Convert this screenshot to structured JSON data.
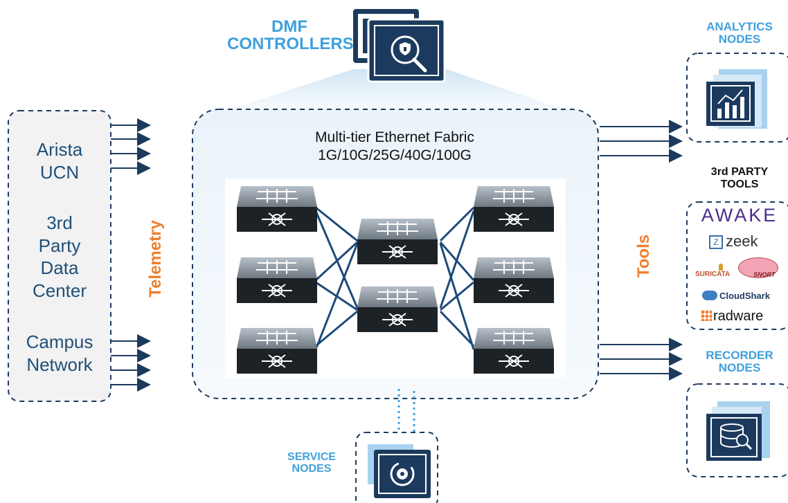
{
  "controllers": {
    "title_line1": "DMF",
    "title_line2": "CONTROLLERS"
  },
  "fabric": {
    "title_line1": "Multi-tier Ethernet Fabric",
    "title_line2": "1G/10G/25G/40G/100G"
  },
  "sources": {
    "arista_line1": "Arista",
    "arista_line2": "UCN",
    "third_party_line1": "3rd",
    "third_party_line2": "Party",
    "third_party_line3": "Data",
    "third_party_line4": "Center",
    "campus_line1": "Campus",
    "campus_line2": "Network"
  },
  "labels": {
    "telemetry": "Telemetry",
    "tools": "Tools"
  },
  "analytics": {
    "title_line1": "ANALYTICS",
    "title_line2": "NODES"
  },
  "third_party_tools": {
    "title_line1": "3rd PARTY",
    "title_line2": "TOOLS",
    "awake": "AWAKE",
    "zeek": "zeek",
    "suricata": "SURICATA",
    "snort": "SNORT",
    "cloudshark": "CloudShark",
    "radware": "radware"
  },
  "recorder": {
    "title_line1": "RECORDER",
    "title_line2": "NODES"
  },
  "service": {
    "title_line1": "SERVICE",
    "title_line2": "NODES"
  },
  "colors": {
    "navy": "#1c3a5e",
    "accent_blue": "#3fa0dc",
    "orange": "#ee7f2d",
    "source_text": "#1f4f78"
  },
  "icons": {
    "controller": "monitor-shield-magnifier-icon",
    "analytics": "bar-chart-icon",
    "recorder": "database-search-icon",
    "service": "gear-refresh-icon",
    "switch": "network-switch-icon"
  }
}
